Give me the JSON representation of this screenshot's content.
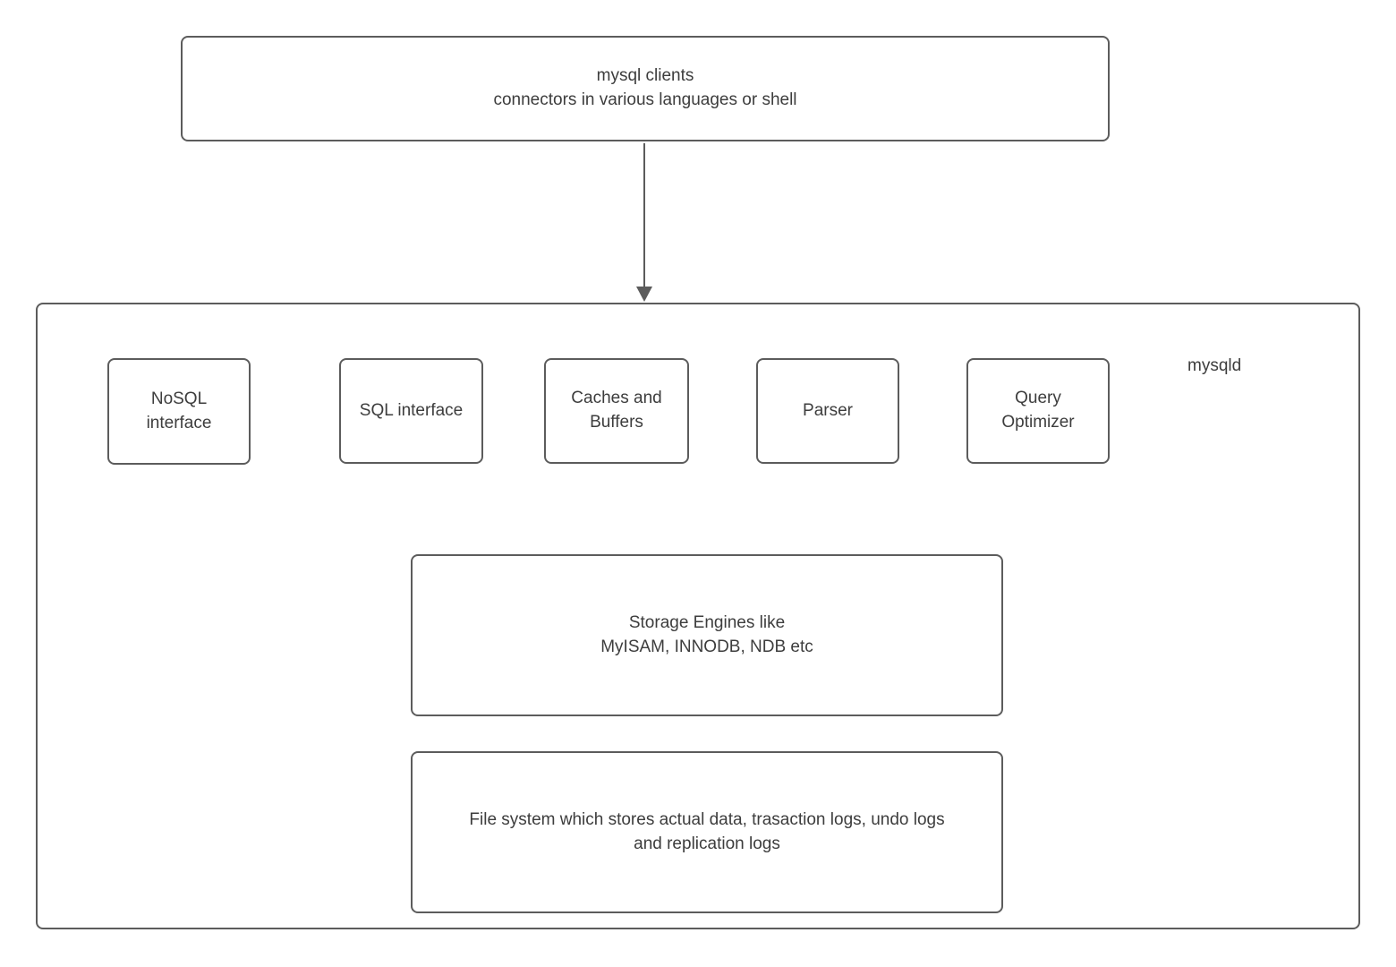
{
  "diagram": {
    "title_context": "MySQL architecture diagram",
    "colors": {
      "border": "#5c5c5c",
      "text": "#3d3d3d",
      "background": "#ffffff",
      "arrow": "#5c5c5c"
    },
    "clients_box": {
      "label": "mysql clients\nconnectors in various languages or shell"
    },
    "arrow": {
      "from": "clients_box",
      "to": "mysqld_container",
      "direction": "down"
    },
    "mysqld": {
      "label": "mysqld",
      "components": [
        {
          "id": "nosql",
          "label": "NoSQL\ninterface"
        },
        {
          "id": "sql",
          "label": "SQL interface"
        },
        {
          "id": "caches",
          "label": "Caches and\nBuffers"
        },
        {
          "id": "parser",
          "label": "Parser"
        },
        {
          "id": "optimizer",
          "label": "Query\nOptimizer"
        }
      ],
      "storage_box": {
        "label": "Storage Engines like\nMyISAM, INNODB, NDB etc"
      },
      "filesystem_box": {
        "label": "File system which stores actual data, trasaction logs, undo logs\nand replication logs"
      }
    }
  }
}
